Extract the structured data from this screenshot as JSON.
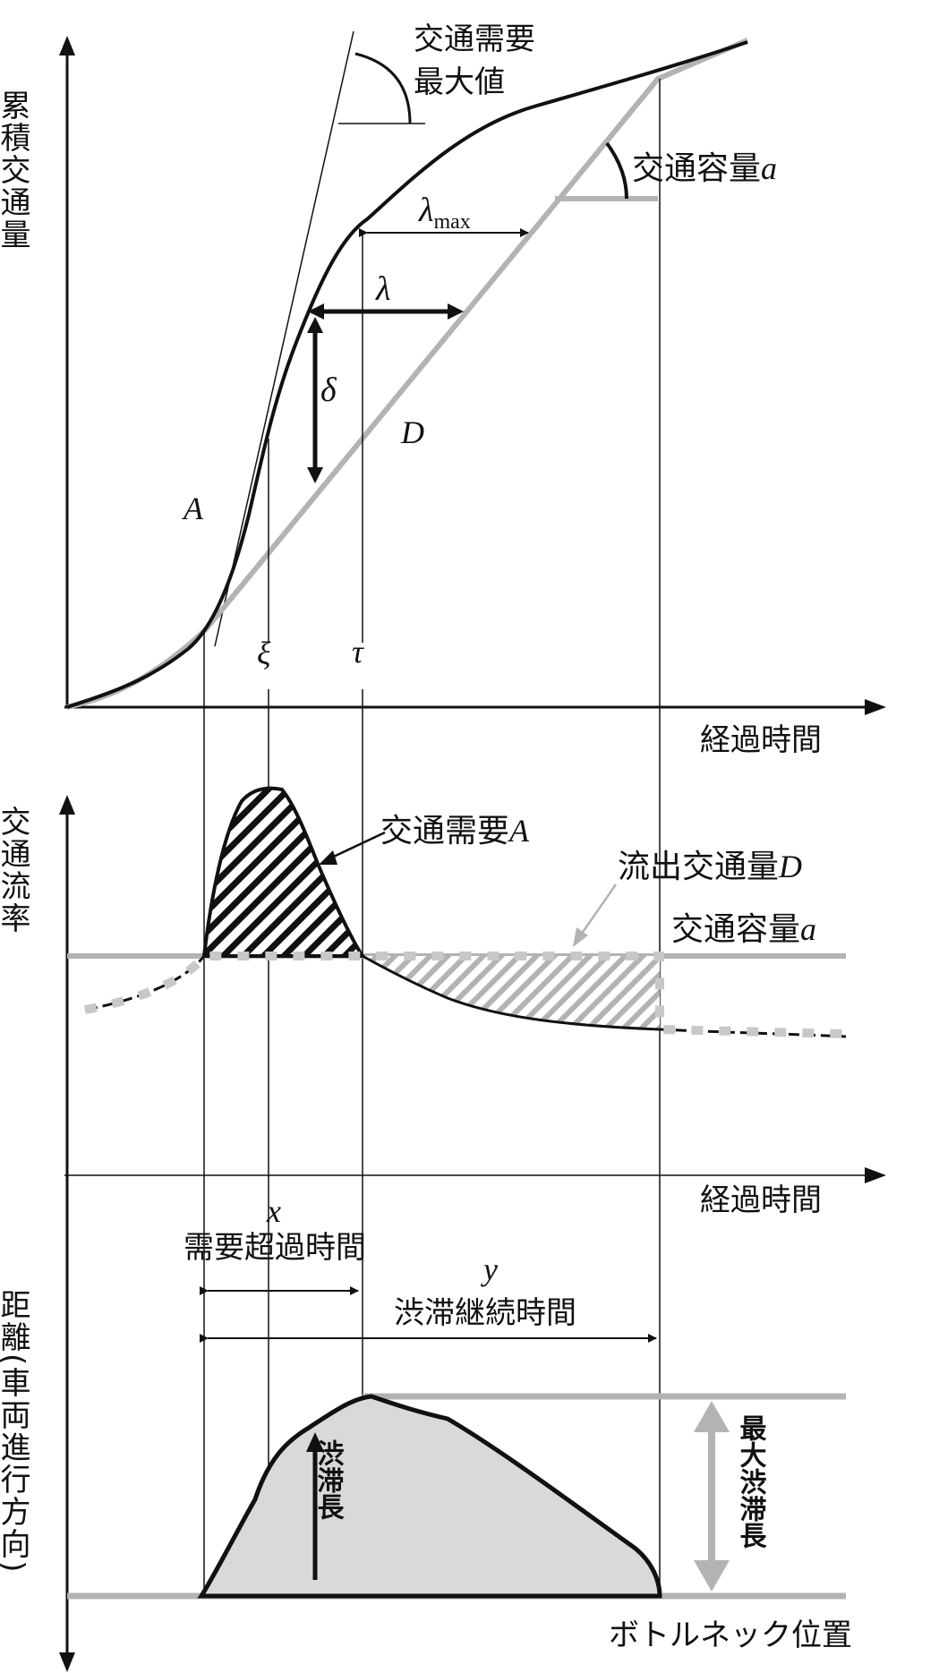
{
  "top_chart": {
    "y_axis_label": "累積交通量",
    "x_axis_label": "経過時間",
    "demand_peak_label_line1": "交通需要",
    "demand_peak_label_line2": "最大値",
    "capacity_label_text": "交通容量",
    "capacity_label_var": "a",
    "lambda_max_sym": "λ",
    "lambda_max_sub": "max",
    "lambda_sym": "λ",
    "delta_sym": "δ",
    "curve_A_label": "A",
    "curve_D_label": "D",
    "xi_label": "ξ",
    "tau_label": "τ"
  },
  "middle_chart": {
    "y_axis_label": "交通流率",
    "x_axis_label": "経過時間",
    "demand_text": "交通需要",
    "demand_var": "A",
    "outflow_text": "流出交通量",
    "outflow_var": "D",
    "capacity_text": "交通容量",
    "capacity_var": "a"
  },
  "bottom_chart": {
    "y_axis_label": "距離(車両進行方向)",
    "x_var": "x",
    "x_text": "需要超過時間",
    "y_var": "y",
    "y_text": "渋滞継続時間",
    "queue_length_label": "渋滞長",
    "max_queue_label": "最大渋滞長",
    "bottleneck_label": "ボトルネック位置"
  },
  "colors": {
    "ink": "#111111",
    "gray": "#b3b3b3",
    "fill_gray": "#d9d9d9",
    "dash_gray": "#c8c8c8"
  }
}
